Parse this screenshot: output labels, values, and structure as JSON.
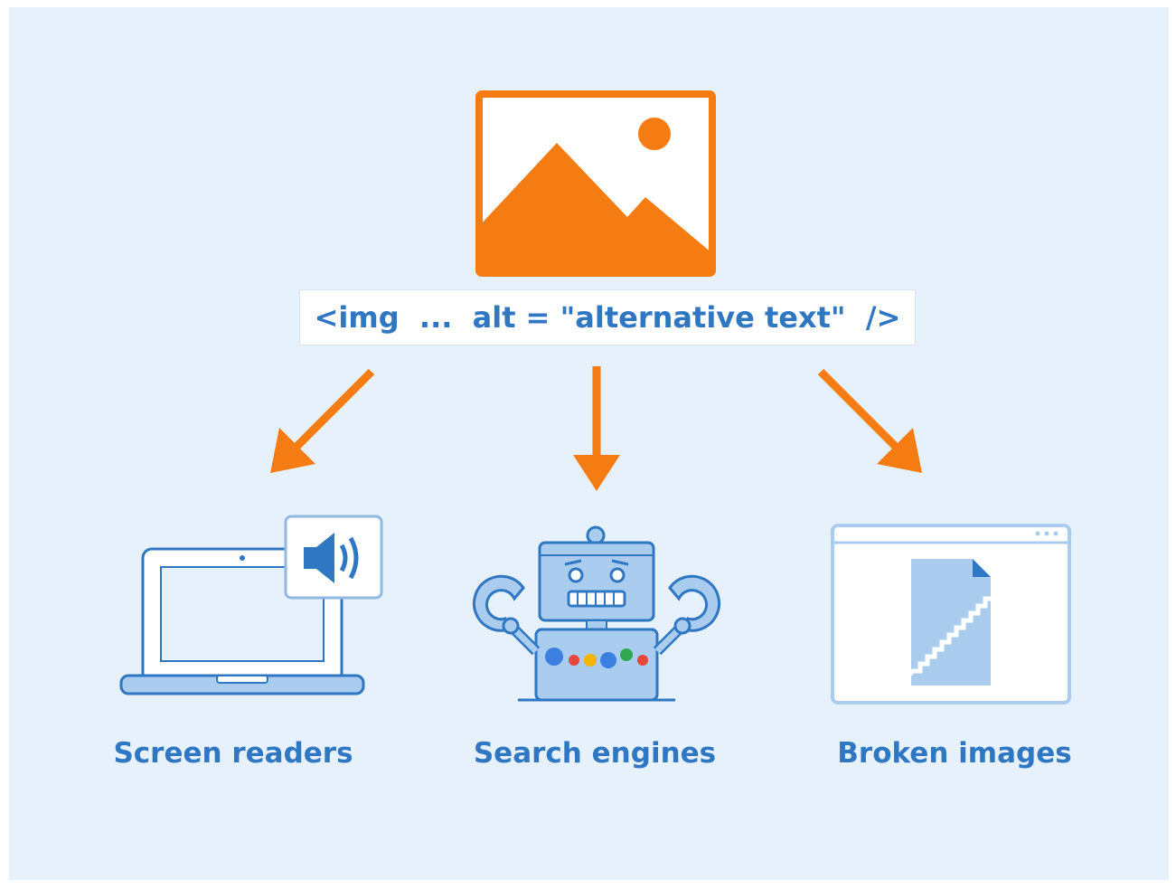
{
  "code_snippet": "<img  ...  alt = \"alternative text\"  />",
  "captions": {
    "left": "Screen readers",
    "middle": "Search engines",
    "right": "Broken images"
  },
  "colors": {
    "background": "#e6f1fb",
    "accent_orange": "#f57c13",
    "primary_blue": "#2f77c3",
    "light_blue": "#a9ccef"
  },
  "icons": {
    "top": "image-icon",
    "left": "laptop-speaker-icon",
    "middle": "robot-icon",
    "right": "broken-image-icon"
  }
}
